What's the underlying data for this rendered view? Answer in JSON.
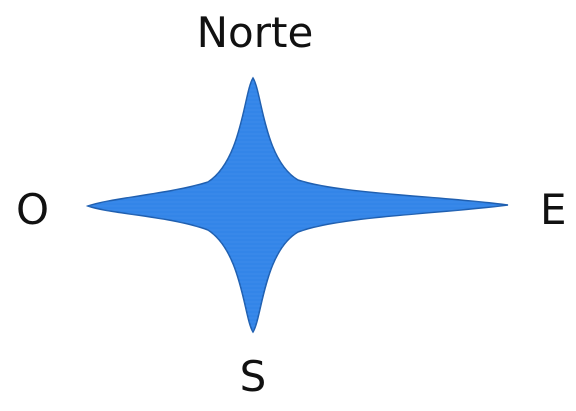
{
  "compass": {
    "north_label": "Norte",
    "west_label": "O",
    "east_label": "E",
    "south_label": "S",
    "star_color": "#3385e8",
    "star_stroke_color": "#1f5fb0",
    "label_color": "#111111"
  }
}
